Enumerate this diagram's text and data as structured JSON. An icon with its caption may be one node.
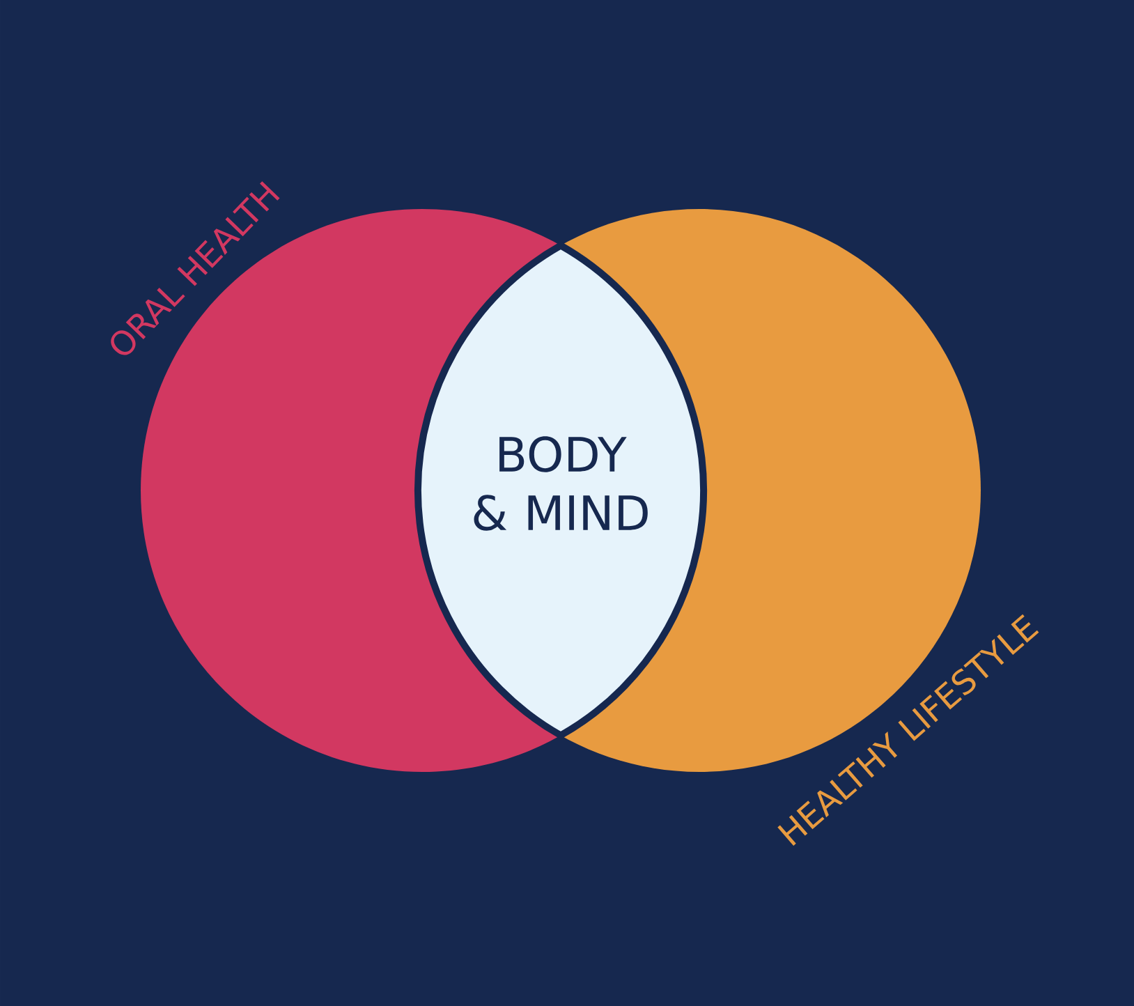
{
  "diagram": {
    "nodes": [
      {
        "text": [
          "ORAL HEALTH"
        ]
      },
      {
        "text": [
          "HEALTHY LIFESTYLE"
        ]
      },
      {
        "text": [
          "BODY & MIND"
        ]
      }
    ]
  }
}
